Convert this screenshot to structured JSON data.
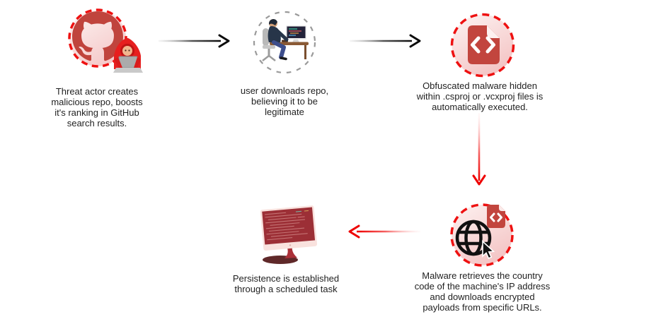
{
  "colors": {
    "background": "#ffffff",
    "dashed_red_border": "#ee1111",
    "dashed_gray_border": "#9a9a9a",
    "brand_red": "#c2453e",
    "hacker_red": "#e71f1f",
    "circle_bg_light": "#fdf4f3",
    "circle_bg_pink": "#f5caca",
    "arrow_black": "#0c0c0c",
    "arrow_red": "#ee0000",
    "monitor_screen_red": "#9c2f36",
    "text": "#1f1f1f"
  },
  "nodes": [
    {
      "id": "threat-actor",
      "icon": "github-hacker-icon",
      "caption_lines": [
        "Threat actor creates",
        "malicious repo, boosts",
        "it's ranking in GitHub",
        "search results."
      ]
    },
    {
      "id": "user-download",
      "icon": "user-at-desk-icon",
      "caption_lines": [
        "user downloads repo,",
        "believing it to be",
        "legitimate"
      ]
    },
    {
      "id": "malware-exec",
      "icon": "code-file-icon",
      "caption_lines": [
        "Obfuscated malware hidden",
        "within .csproj or .vcxproj files is",
        "automatically executed."
      ]
    },
    {
      "id": "payload-download",
      "icon": "globe-cursor-code-icon",
      "caption_lines": [
        "Malware retrieves the country",
        "code of the machine's IP address",
        "and downloads encrypted",
        "payloads from specific URLs."
      ]
    },
    {
      "id": "persistence",
      "icon": "infected-monitor-icon",
      "caption_lines": [
        "Persistence is established",
        "through a scheduled task"
      ]
    }
  ],
  "arrows": [
    {
      "id": "arrow-1",
      "from": "threat-actor",
      "to": "user-download",
      "direction": "right",
      "color": "black"
    },
    {
      "id": "arrow-2",
      "from": "user-download",
      "to": "malware-exec",
      "direction": "right",
      "color": "black"
    },
    {
      "id": "arrow-3",
      "from": "malware-exec",
      "to": "payload-download",
      "direction": "down",
      "color": "red"
    },
    {
      "id": "arrow-4",
      "from": "payload-download",
      "to": "persistence",
      "direction": "left",
      "color": "red"
    }
  ]
}
